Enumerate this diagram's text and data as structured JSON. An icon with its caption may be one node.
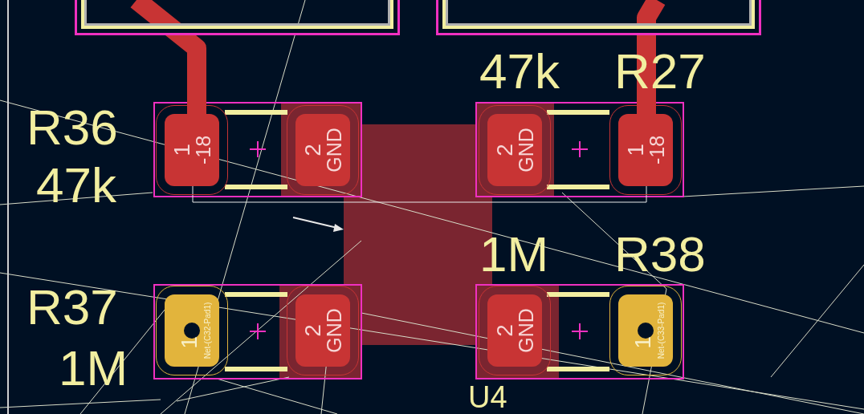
{
  "diagram": {
    "nodes": [
      {
        "text": [],
        "shape": "box"
      },
      {
        "text": [],
        "shape": "box"
      },
      {
        "text": [
          "1",
          "-18"
        ]
      },
      {
        "text": [
          "2",
          "GND"
        ]
      },
      {
        "text": [
          "2",
          "GND"
        ]
      },
      {
        "text": [
          "1",
          "-18"
        ]
      },
      {
        "text": [
          "1",
          "Net-(C32-Pad1)"
        ]
      },
      {
        "text": [
          "2",
          "GND"
        ]
      },
      {
        "text": [
          "2",
          "GND"
        ]
      },
      {
        "text": [
          "1",
          "Net-(C33-Pad1)"
        ]
      }
    ],
    "edges": [
      {
        "from": 0,
        "to": 2,
        "arrow": "none"
      },
      {
        "from": 1,
        "to": 5,
        "arrow": "none"
      },
      {
        "from": 2,
        "to": 5,
        "arrow": "none",
        "color": "#e8e8e8"
      }
    ],
    "labels": [
      "47k",
      "R27",
      "R36",
      "47k",
      "1M",
      "R38",
      "R37",
      "1M",
      "U4"
    ]
  }
}
